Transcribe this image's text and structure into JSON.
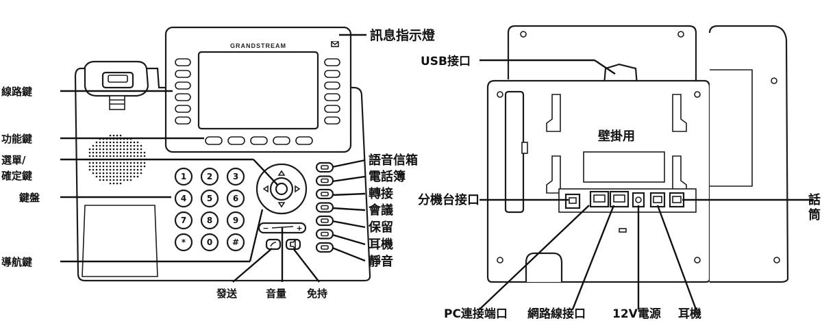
{
  "front_phone": {
    "brand": "GRANDSTREAM",
    "labels": {
      "message_indicator": "訊息指示燈",
      "line_keys": "線路鍵",
      "function_keys": "功能鍵",
      "select_confirm_line1": "選單/",
      "select_confirm_line2": "確定鍵",
      "keypad": "鍵盤",
      "navigation_keys": "導航鍵",
      "send": "發送",
      "volume": "音量",
      "speakerphone": "免持",
      "voicemail": "語音信箱",
      "phonebook": "電話簿",
      "transfer": "轉接",
      "conference": "會議",
      "hold": "保留",
      "headset": "耳機",
      "mute": "靜音"
    },
    "keypad_keys": [
      "1",
      "2",
      "3",
      "4",
      "5",
      "6",
      "7",
      "8",
      "9",
      "*",
      "0",
      "#"
    ],
    "volume_minus": "−",
    "volume_plus": "+"
  },
  "back_phone": {
    "labels": {
      "usb_port": "USB接口",
      "wall_mount": "壁掛用",
      "extension_module_port": "分機台接口",
      "handset_line1": "話",
      "handset_line2": "筒",
      "pc_port": "PC連接端口",
      "network_port": "網路線接口",
      "power_12v": "12V電源",
      "headset": "耳機"
    }
  }
}
